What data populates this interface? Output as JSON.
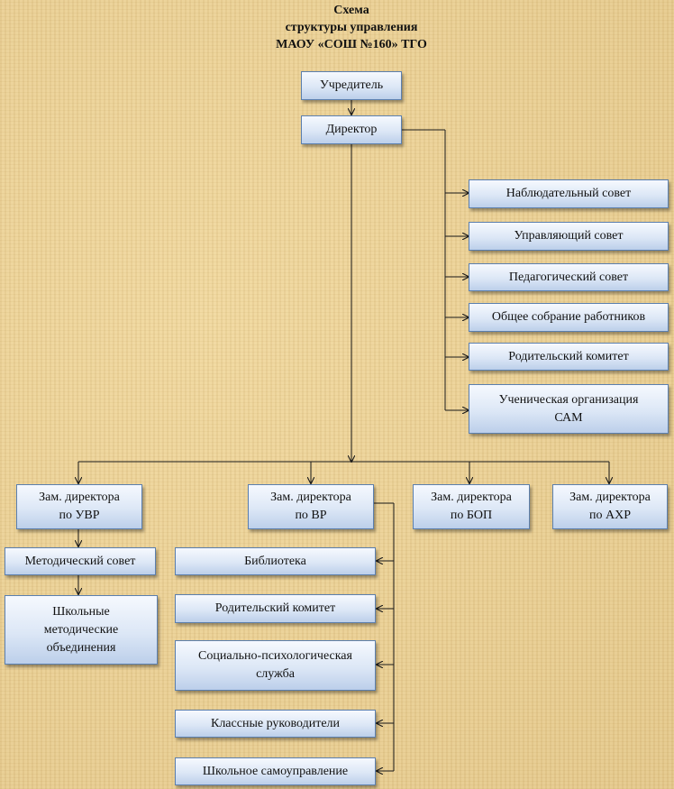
{
  "title": {
    "line1": "Схема",
    "line2": "структуры управления",
    "line3": "МАОУ «СОШ №160» ТГО"
  },
  "nodes": {
    "founder": "Учредитель",
    "director": "Директор",
    "supervisory_board": "Наблюдательный совет",
    "governing_board": "Управляющий совет",
    "pedagogical_council": "Педагогический совет",
    "general_meeting": "Общее собрание работников",
    "parent_committee_top": "Родительский комитет",
    "student_org": "Ученическая организация\nСАМ",
    "deputy_uvr": "Зам. директора\nпо УВР",
    "deputy_vr": "Зам. директора\nпо ВР",
    "deputy_bop": "Зам. директора\nпо БОП",
    "deputy_ahr": "Зам. директора\nпо АХР",
    "methodical_council": "Методический совет",
    "methodical_associations": "Школьные\nметодические\nобъединения",
    "library": "Библиотека",
    "parent_committee_vr": "Родительский комитет",
    "social_psych_service": "Социально-психологическая\nслужба",
    "class_teachers": "Классные руководители",
    "self_government": "Школьное самоуправление"
  },
  "colors": {
    "box_border": "#5b7fae",
    "line": "#1a1a1a"
  }
}
